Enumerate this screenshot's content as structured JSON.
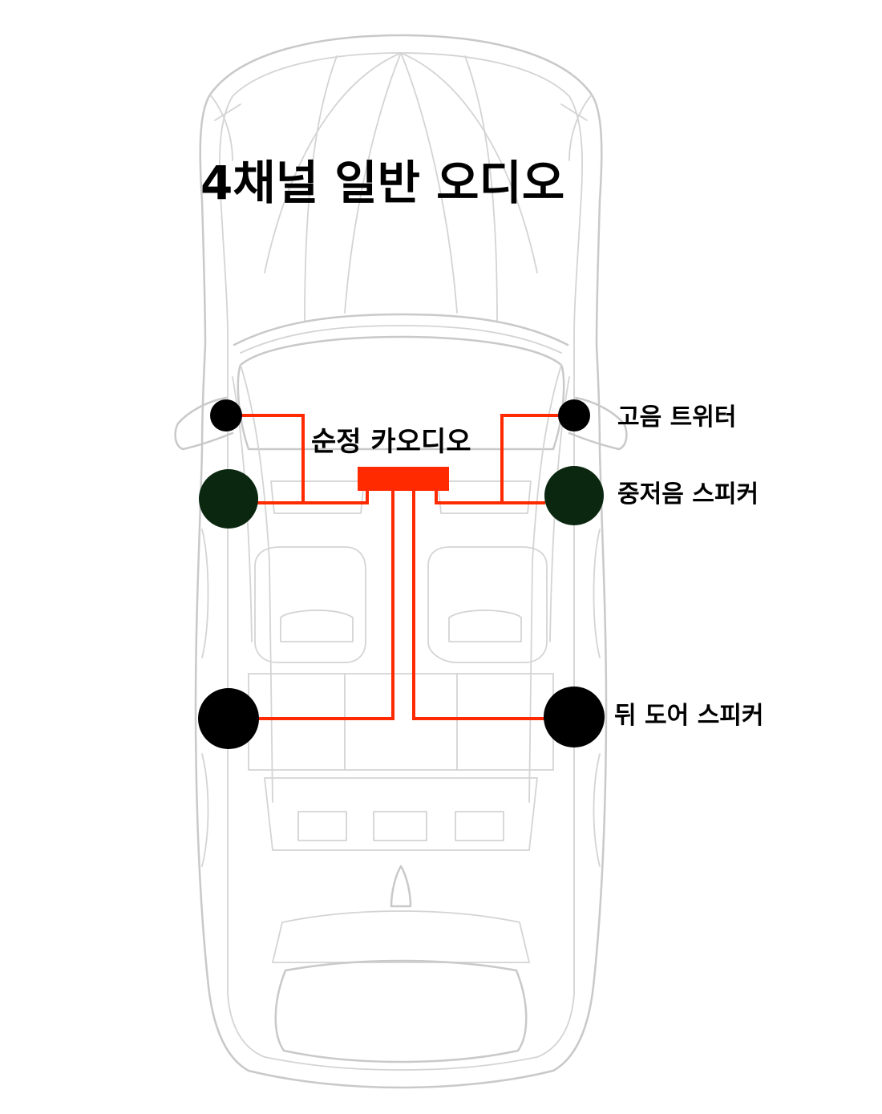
{
  "title": "4채널 일반 오디오",
  "head_unit": {
    "label": "순정 카오디오",
    "color": "#ff2a00"
  },
  "legend": {
    "tweeter": "고음 트위터",
    "midwoofer": "중저음 스피커",
    "rear": "뒤 도어 스피커"
  },
  "colors": {
    "wire": "#ff2a00",
    "tweeter": "#000000",
    "midwoofer": "#0b2710",
    "rear_speaker": "#000000",
    "car_outline": "#c9c9c9"
  }
}
